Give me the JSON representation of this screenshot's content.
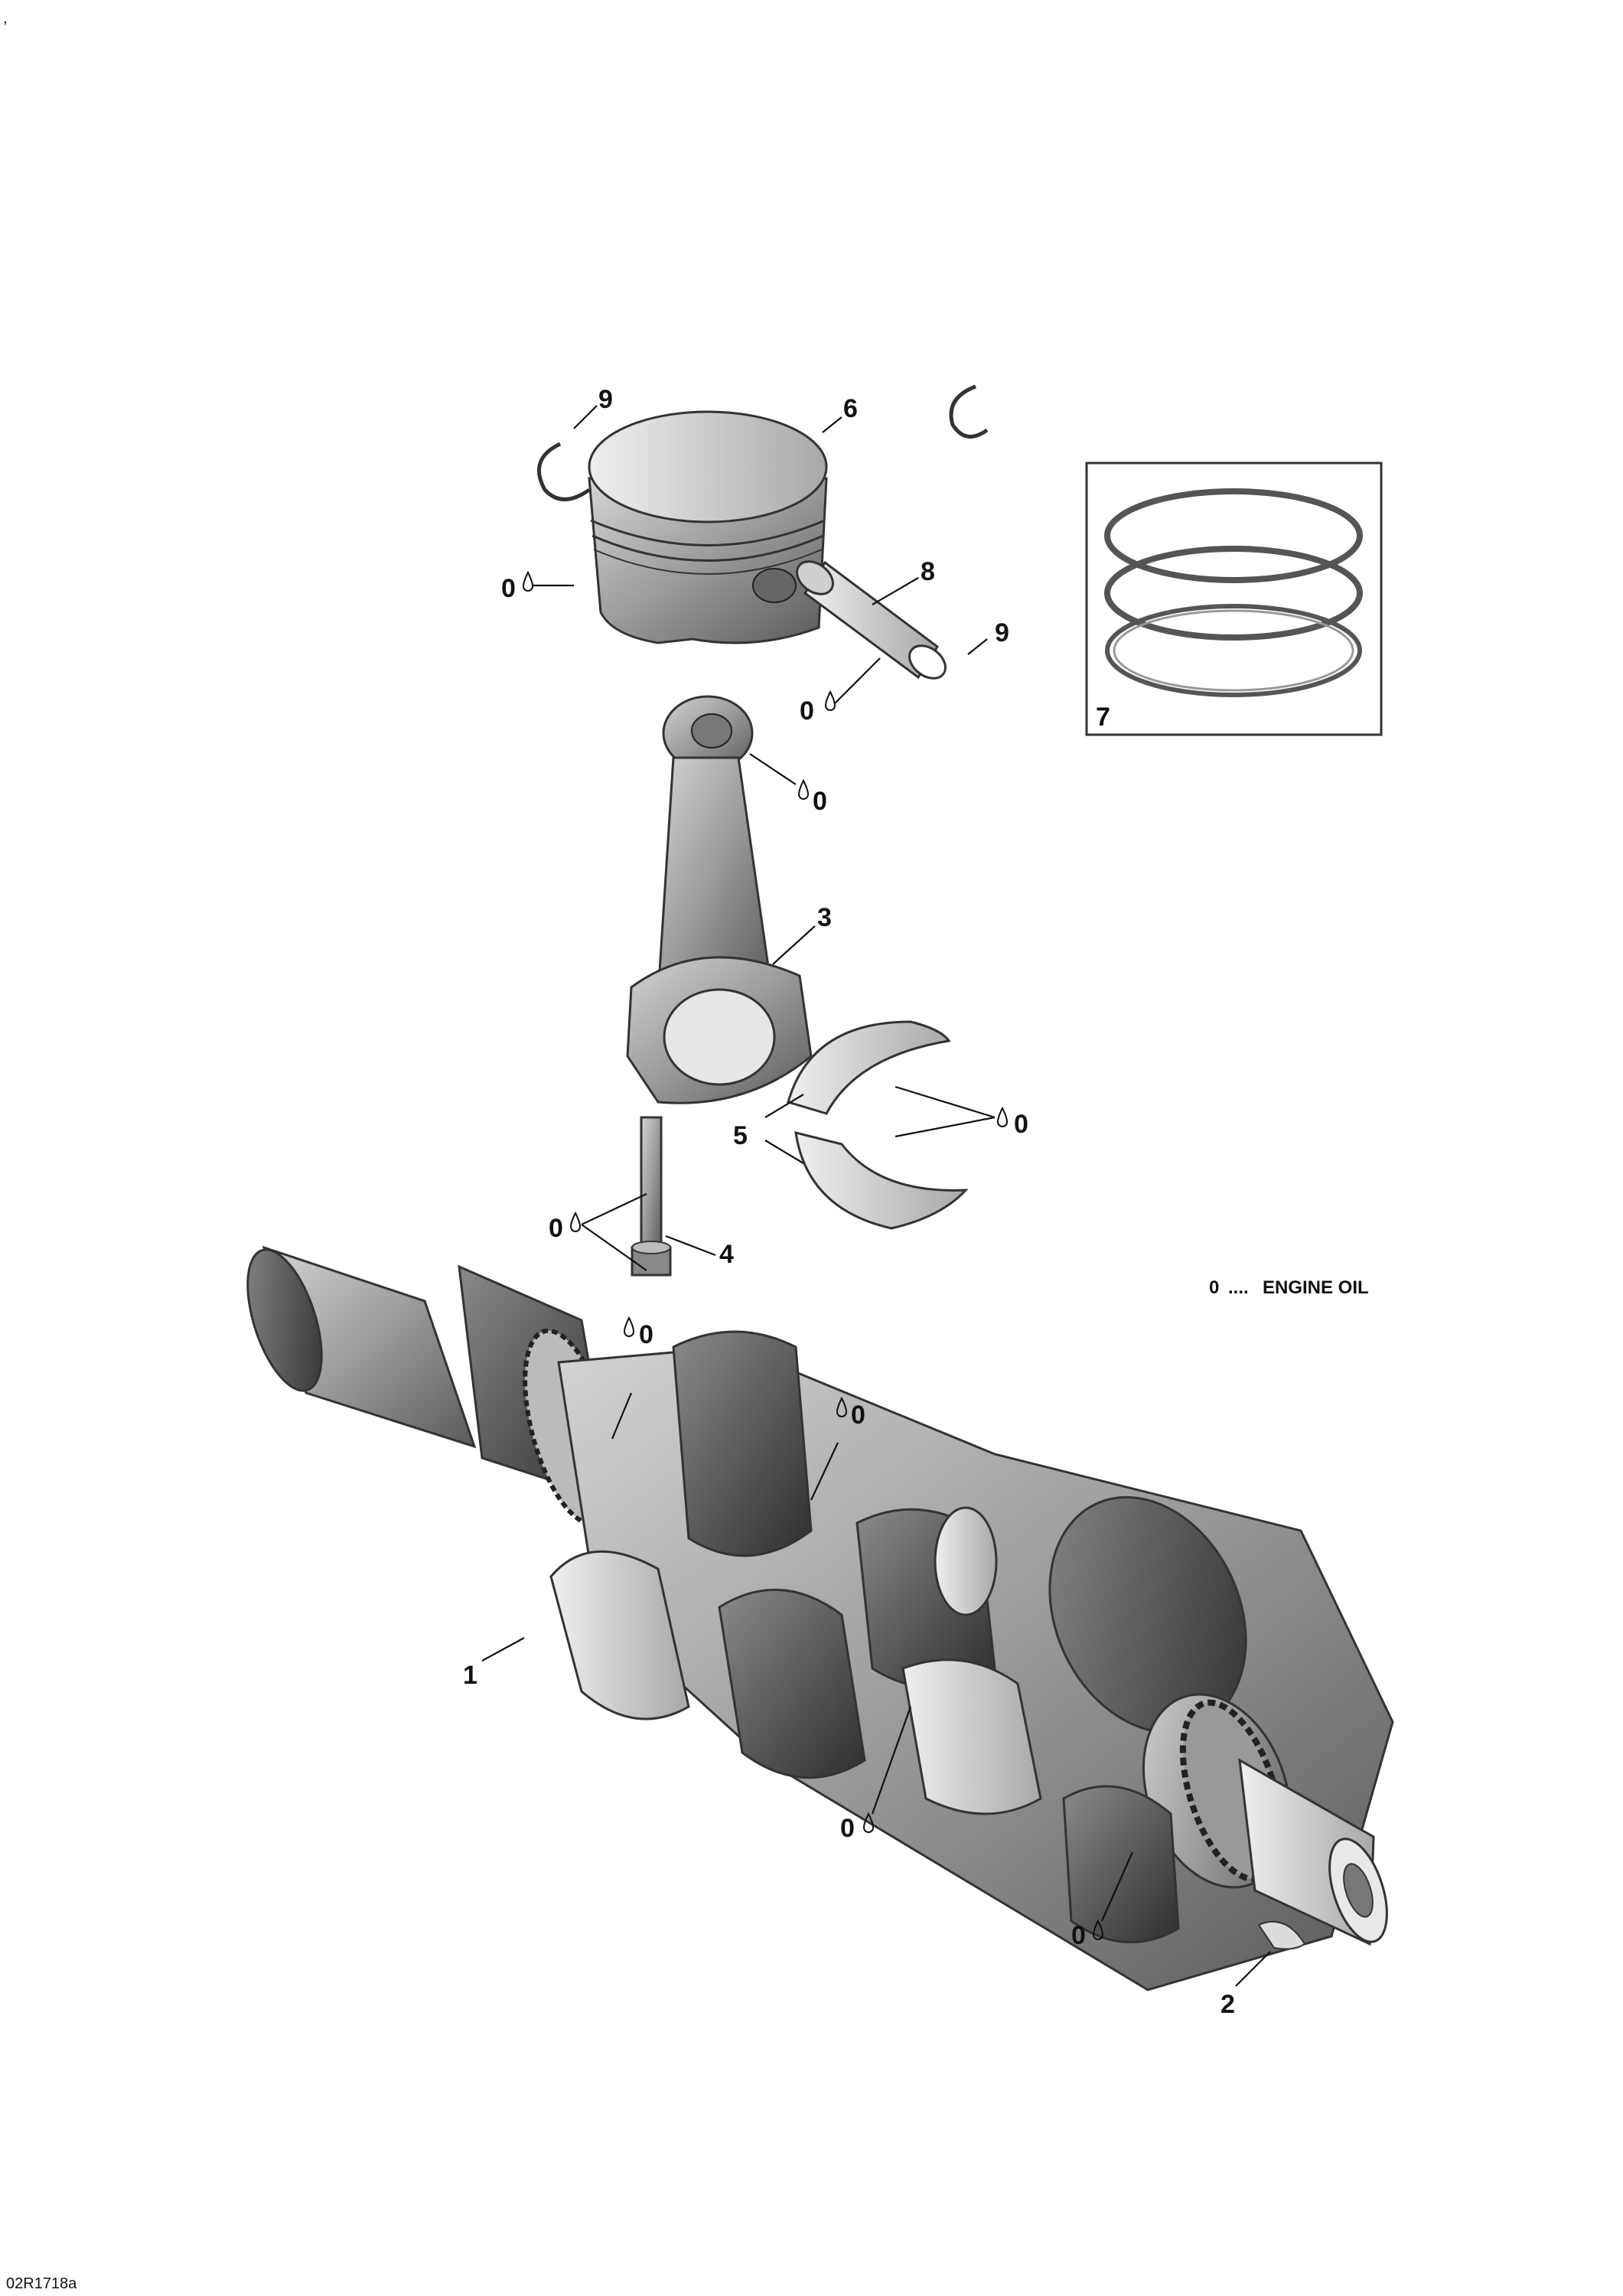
{
  "diagram": {
    "callouts": [
      "1",
      "2",
      "3",
      "4",
      "5",
      "6",
      "7",
      "8",
      "9",
      "9"
    ],
    "oil_mark": "0",
    "legend": {
      "symbol": "0",
      "separator": "....",
      "text": "ENGINE OIL"
    },
    "drawing_code": "02R1718a",
    "corner_mark": ","
  }
}
